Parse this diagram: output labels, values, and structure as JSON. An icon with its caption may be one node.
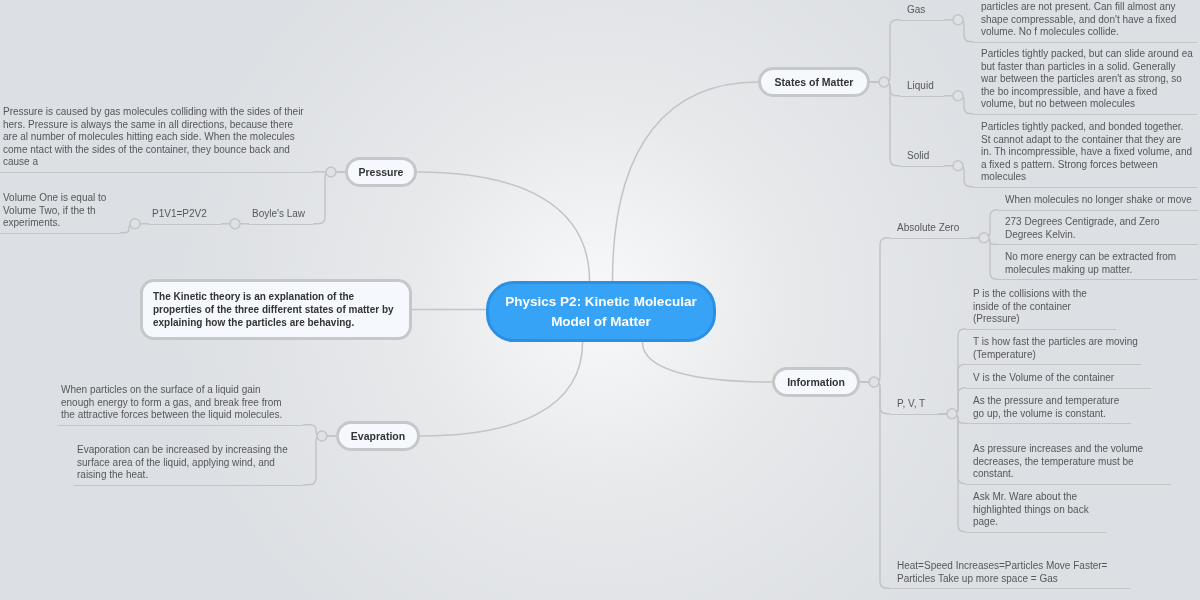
{
  "diagram": {
    "nodes": [
      {
        "text": [
          "Physics P2: Kinetic Molecular Model of Matter"
        ]
      },
      {
        "text": [
          "States of Matter"
        ]
      },
      {
        "text": [
          "Gas"
        ]
      },
      {
        "text": [
          "particles are not present. Can fill almost any shape compressable, and don't have a fixed volume. No f molecules collide."
        ]
      },
      {
        "text": [
          "Liquid"
        ]
      },
      {
        "text": [
          "Particles tightly packed, but can slide around ea but faster than particles in a solid. Generally war between the particles aren't as strong, so the bo incompressible, and have a fixed volume, but no between molecules"
        ]
      },
      {
        "text": [
          "Solid"
        ]
      },
      {
        "text": [
          "Particles tightly packed, and bonded together. St cannot adapt to the container that they are in. Th incompressible, have a fixed volume, and a fixed s pattern. Strong forces between molecules"
        ]
      },
      {
        "text": [
          "Information"
        ]
      },
      {
        "text": [
          "Absolute Zero"
        ]
      },
      {
        "text": [
          "When molecules no longer shake or move"
        ]
      },
      {
        "text": [
          "273 Degrees Centigrade, and Zero Degrees Kelvin."
        ]
      },
      {
        "text": [
          "No more energy can be extracted from molecules making up matter."
        ]
      },
      {
        "text": [
          "P, V, T"
        ]
      },
      {
        "text": [
          "P is the collisions with the inside of the container (Pressure)"
        ]
      },
      {
        "text": [
          "T is how fast the particles are moving (Temperature)"
        ]
      },
      {
        "text": [
          "V is the Volume of the container"
        ]
      },
      {
        "text": [
          "As the pressure and temperature go up, the volume is constant."
        ]
      },
      {
        "text": [
          "As pressure increases and the volume decreases, the temperature must be constant."
        ]
      },
      {
        "text": [
          "Ask Mr. Ware about the highlighted things on back page."
        ]
      },
      {
        "text": [
          "Heat=Speed Increases=Particles Move Faster= Particles Take up more space = Gas"
        ]
      },
      {
        "text": [
          "Pressure"
        ]
      },
      {
        "text": [
          "Pressure is caused by gas molecules colliding with the sides of their hers. Pressure is always the same in all directions, because there are al number of molecules hitting each side. When the molecules come ntact with the sides of the container, they bounce back and cause a"
        ]
      },
      {
        "text": [
          "Boyle's Law"
        ]
      },
      {
        "text": [
          "P1V1=P2V2"
        ]
      },
      {
        "text": [
          "Volume One is equal to Volume Two, if the th experiments."
        ]
      },
      {
        "text": [
          "The Kinetic theory is an explanation of the properties of the three different states of matter by explaining how the particles are behaving."
        ]
      },
      {
        "text": [
          "Evapration"
        ]
      },
      {
        "text": [
          "When particles on the surface of a liquid gain enough energy to form a gas, and break free from the attractive forces between the liquid molecules."
        ]
      },
      {
        "text": [
          "Evaporation can be increased by increasing the surface area of the liquid, applying wind, and raising the heat."
        ]
      }
    ],
    "edges": [
      {
        "from": 0,
        "to": 1,
        "arrow": "none"
      },
      {
        "from": 1,
        "to": 2,
        "arrow": "none"
      },
      {
        "from": 2,
        "to": 3,
        "arrow": "none"
      },
      {
        "from": 1,
        "to": 4,
        "arrow": "none"
      },
      {
        "from": 4,
        "to": 5,
        "arrow": "none"
      },
      {
        "from": 1,
        "to": 6,
        "arrow": "none"
      },
      {
        "from": 6,
        "to": 7,
        "arrow": "none"
      },
      {
        "from": 0,
        "to": 8,
        "arrow": "none"
      },
      {
        "from": 8,
        "to": 9,
        "arrow": "none"
      },
      {
        "from": 9,
        "to": 10,
        "arrow": "none"
      },
      {
        "from": 9,
        "to": 11,
        "arrow": "none"
      },
      {
        "from": 9,
        "to": 12,
        "arrow": "none"
      },
      {
        "from": 8,
        "to": 13,
        "arrow": "none"
      },
      {
        "from": 13,
        "to": 14,
        "arrow": "none"
      },
      {
        "from": 13,
        "to": 15,
        "arrow": "none"
      },
      {
        "from": 13,
        "to": 16,
        "arrow": "none"
      },
      {
        "from": 13,
        "to": 17,
        "arrow": "none"
      },
      {
        "from": 13,
        "to": 18,
        "arrow": "none"
      },
      {
        "from": 13,
        "to": 19,
        "arrow": "none"
      },
      {
        "from": 8,
        "to": 20,
        "arrow": "none"
      },
      {
        "from": 0,
        "to": 21,
        "arrow": "none"
      },
      {
        "from": 21,
        "to": 22,
        "arrow": "none"
      },
      {
        "from": 21,
        "to": 23,
        "arrow": "none"
      },
      {
        "from": 23,
        "to": 24,
        "arrow": "none"
      },
      {
        "from": 24,
        "to": 25,
        "arrow": "none"
      },
      {
        "from": 0,
        "to": 26,
        "arrow": "none"
      },
      {
        "from": 0,
        "to": 27,
        "arrow": "none"
      },
      {
        "from": 27,
        "to": 28,
        "arrow": "none"
      },
      {
        "from": 27,
        "to": 29,
        "arrow": "none"
      }
    ]
  }
}
